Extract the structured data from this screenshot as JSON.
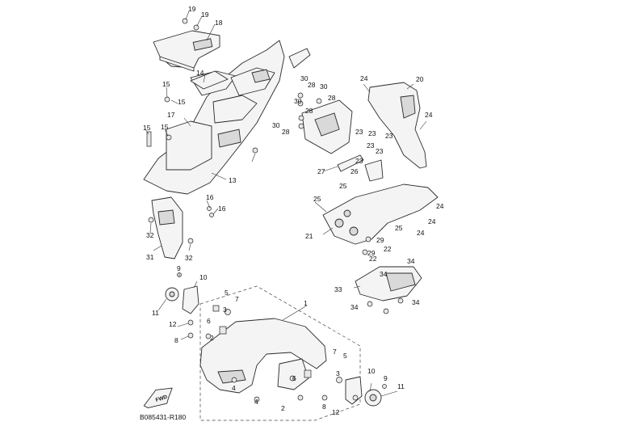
{
  "diagram": {
    "drawing_code": "B085431-R180",
    "fwd_label": "FWD",
    "callouts": [
      "19",
      "19",
      "18",
      "14",
      "15",
      "15",
      "17",
      "15",
      "15",
      "13",
      "16",
      "16",
      "32",
      "32",
      "31",
      "30",
      "28",
      "30",
      "28",
      "30",
      "28",
      "30",
      "28",
      "24",
      "20",
      "24",
      "23",
      "23",
      "23",
      "23",
      "23",
      "23",
      "27",
      "26",
      "25",
      "25",
      "25",
      "24",
      "24",
      "24",
      "21",
      "29",
      "29",
      "22",
      "22",
      "34",
      "34",
      "33",
      "34",
      "34",
      "1",
      "9",
      "10",
      "5",
      "7",
      "11",
      "3",
      "12",
      "6",
      "2",
      "8",
      "7",
      "5",
      "3",
      "10",
      "9",
      "11",
      "6",
      "4",
      "4",
      "2",
      "8",
      "12"
    ]
  }
}
